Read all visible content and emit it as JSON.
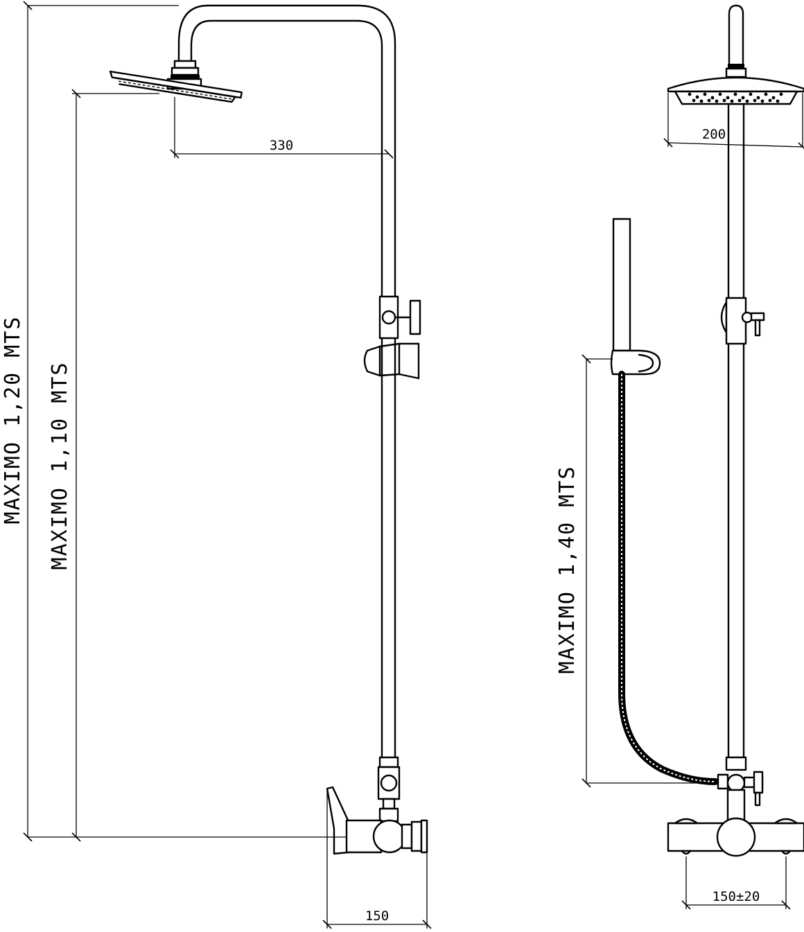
{
  "dimensions": {
    "side_max_total": "MAXIMO 1,20 MTS",
    "side_max_head": "MAXIMO 1,10 MTS",
    "side_arm": "330",
    "side_base": "150",
    "front_head": "200",
    "front_hose": "MAXIMO 1,40 MTS",
    "front_centers": "150±20"
  }
}
